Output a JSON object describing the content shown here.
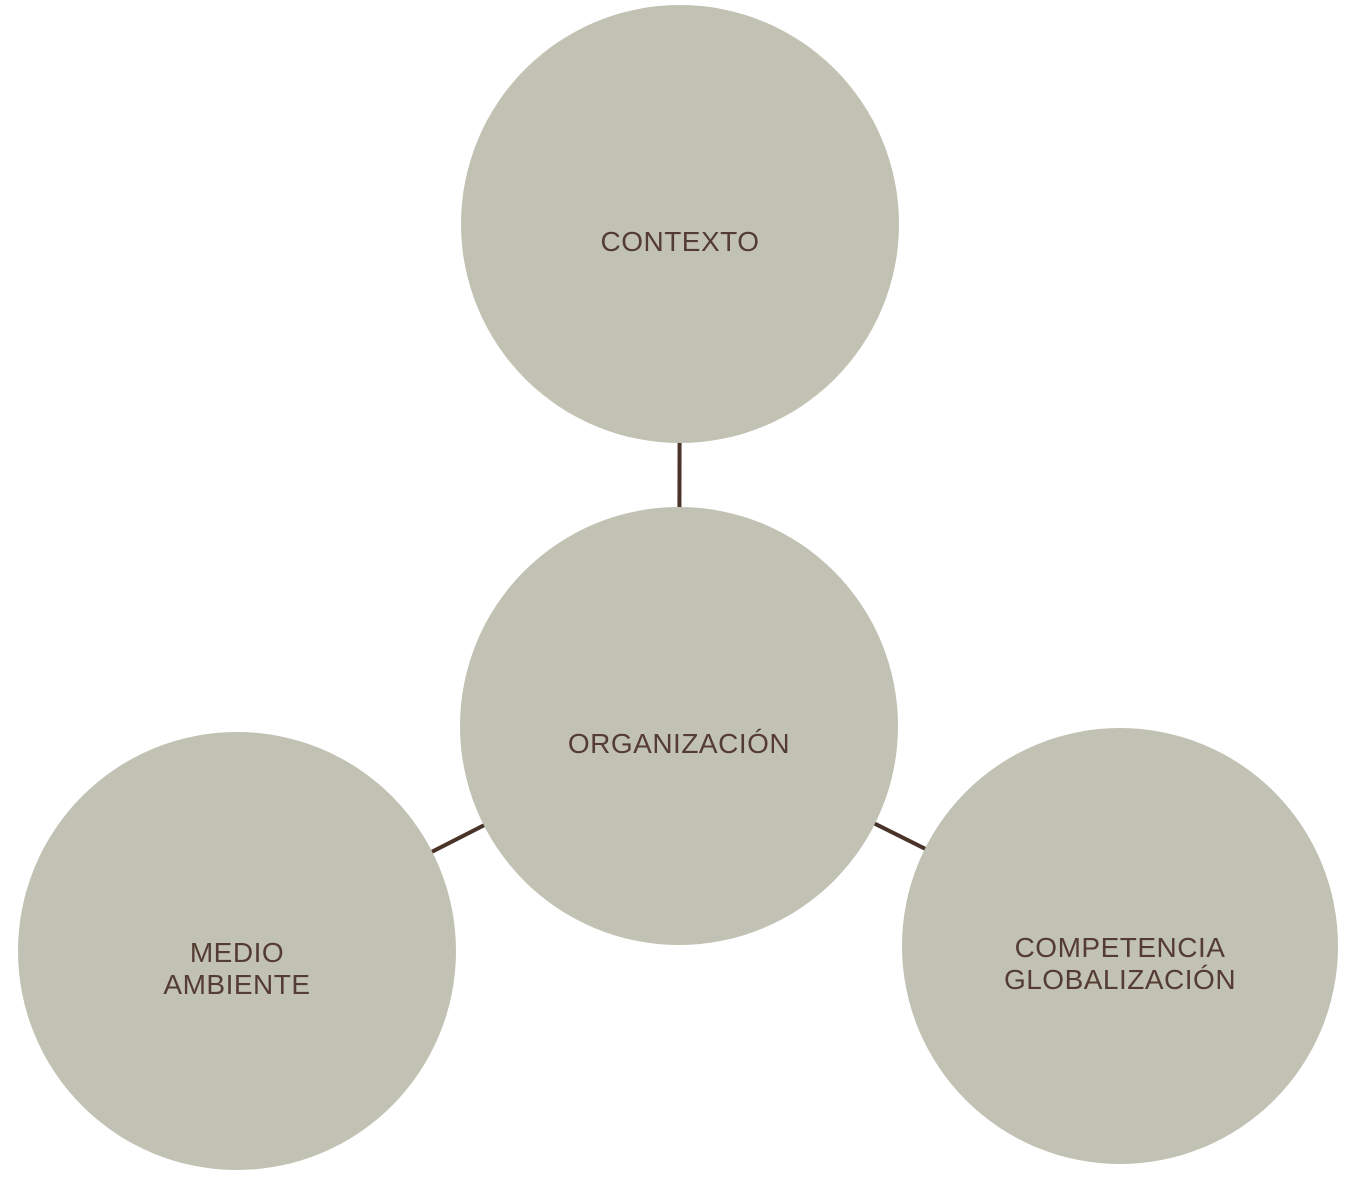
{
  "colors": {
    "background": "#ffffff",
    "node_fill": "#c1c2b3",
    "label_color": "#553c32",
    "connector_color": "#4a3329"
  },
  "diagram": {
    "type": "radial",
    "nodes": {
      "top": {
        "label": "CONTEXTO"
      },
      "center": {
        "label": "ORGANIZACIÓN"
      },
      "left": {
        "line1": "MEDIO",
        "line2": "AMBIENTE"
      },
      "right": {
        "line1": "COMPETENCIA",
        "line2": "GLOBALIZACIÓN"
      }
    },
    "connections": [
      "center-top",
      "center-left",
      "center-right"
    ]
  }
}
